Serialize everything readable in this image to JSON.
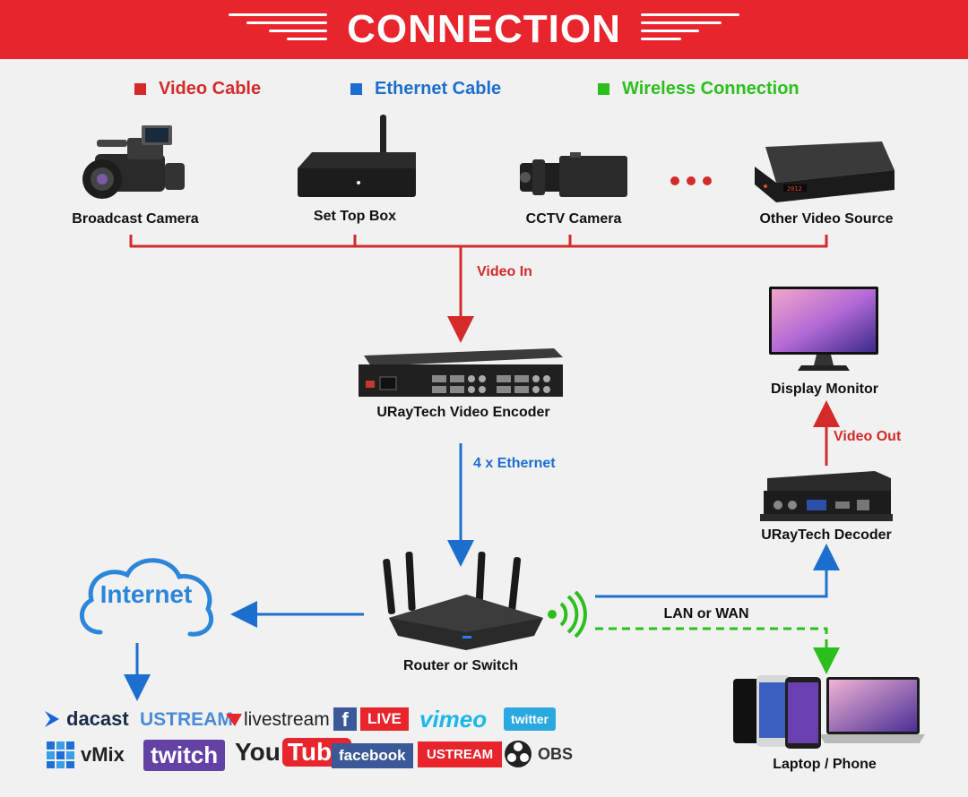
{
  "header": {
    "title": "CONNECTION"
  },
  "legend": [
    {
      "label": "Video Cable",
      "color": "#d42a2a"
    },
    {
      "label": "Ethernet Cable",
      "color": "#1d6fcf"
    },
    {
      "label": "Wireless Connection",
      "color": "#2bbf1c"
    }
  ],
  "sources": {
    "broadcast_camera": "Broadcast Camera",
    "set_top_box": "Set Top Box",
    "cctv_camera": "CCTV Camera",
    "other_video_source": "Other Video Source"
  },
  "nodes": {
    "encoder": "URayTech Video Encoder",
    "router": "Router or Switch",
    "internet": "Internet",
    "decoder": "URayTech Decoder",
    "display": "Display Monitor",
    "laptop_phone": "Laptop / Phone"
  },
  "edges": {
    "video_in": "Video In",
    "ethernet": "4 x Ethernet",
    "video_out": "Video Out",
    "lan_wan": "LAN or WAN"
  },
  "platforms": {
    "dacast": "dacast",
    "ustream": "USTREAM",
    "livestream": "livestream",
    "facebook_live": "LIVE",
    "vimeo": "vimeo",
    "twitter": "twitter",
    "vmix": "vMix",
    "twitch": "twitch",
    "youtube_you": "You",
    "youtube_tube": "Tube",
    "facebook": "facebook",
    "ustream_tv": "USTREAM",
    "obs": "OBS"
  },
  "colors": {
    "header": "#e8242d",
    "video": "#d42a2a",
    "ethernet": "#1d6fcf",
    "wireless": "#2bbf1c"
  }
}
